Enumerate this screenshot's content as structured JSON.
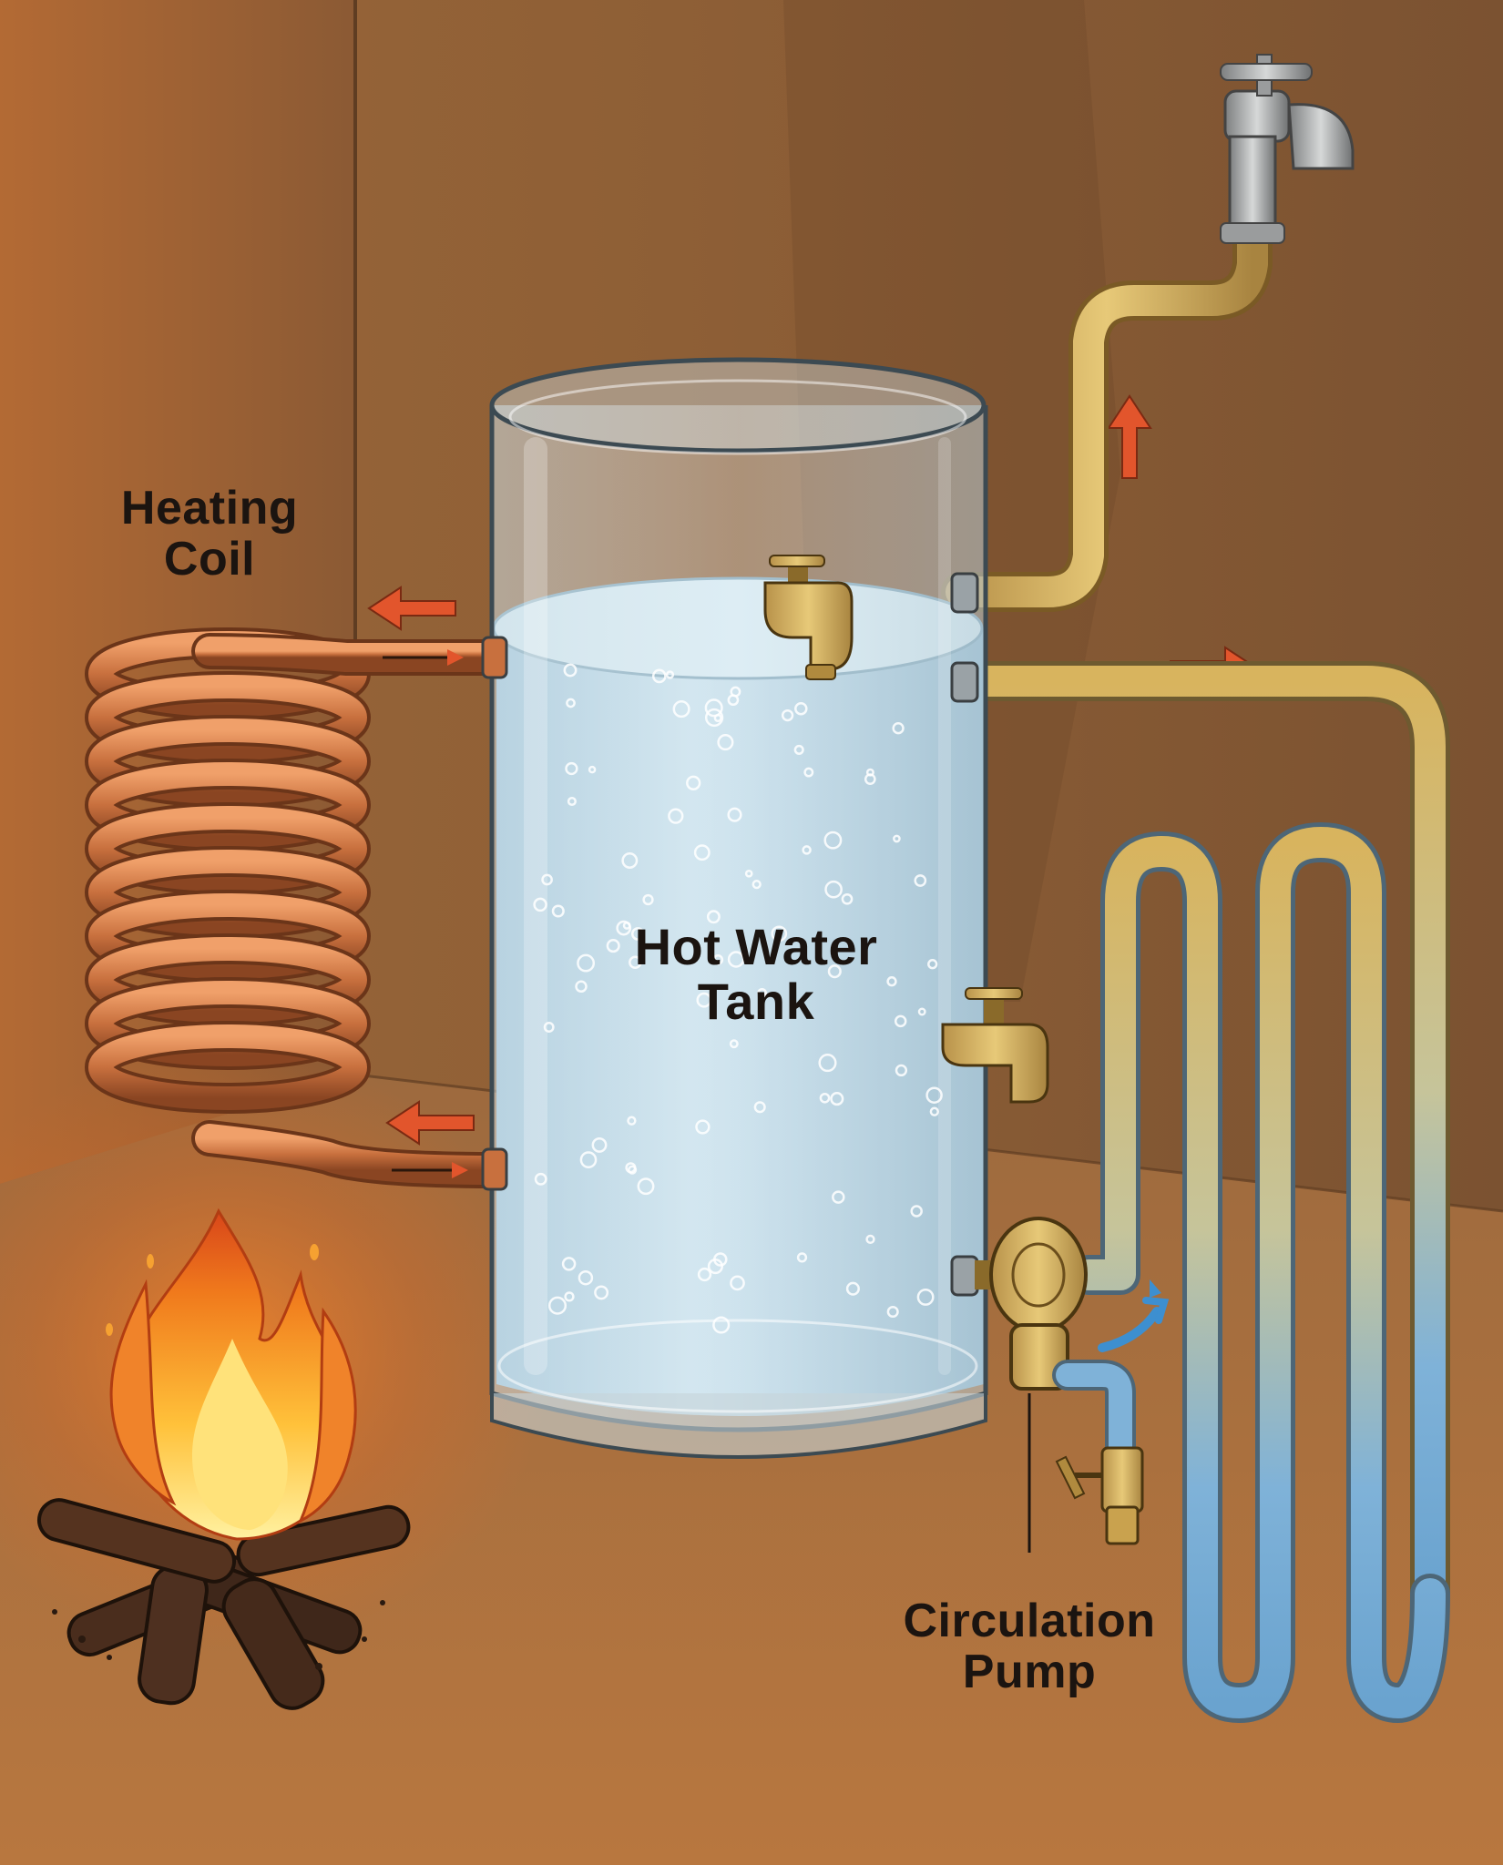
{
  "labels": {
    "heating_coil": {
      "line1": "Heating",
      "line2": "Coil"
    },
    "hot_water_tank": {
      "line1": "Hot Water",
      "line2": "Tank"
    },
    "circulation_pump": {
      "line1": "Circulation",
      "line2": "Pump"
    }
  },
  "colors": {
    "wall": "#8a5a34",
    "floor": "#a66a3a",
    "copper": "#c8703e",
    "brass_pipe": "#d8b45e",
    "cold_pipe": "#7fb2d8",
    "water": "#bcd9ea",
    "flow_arrow": "#e2552c",
    "cold_arrow": "#3d8fd0"
  }
}
